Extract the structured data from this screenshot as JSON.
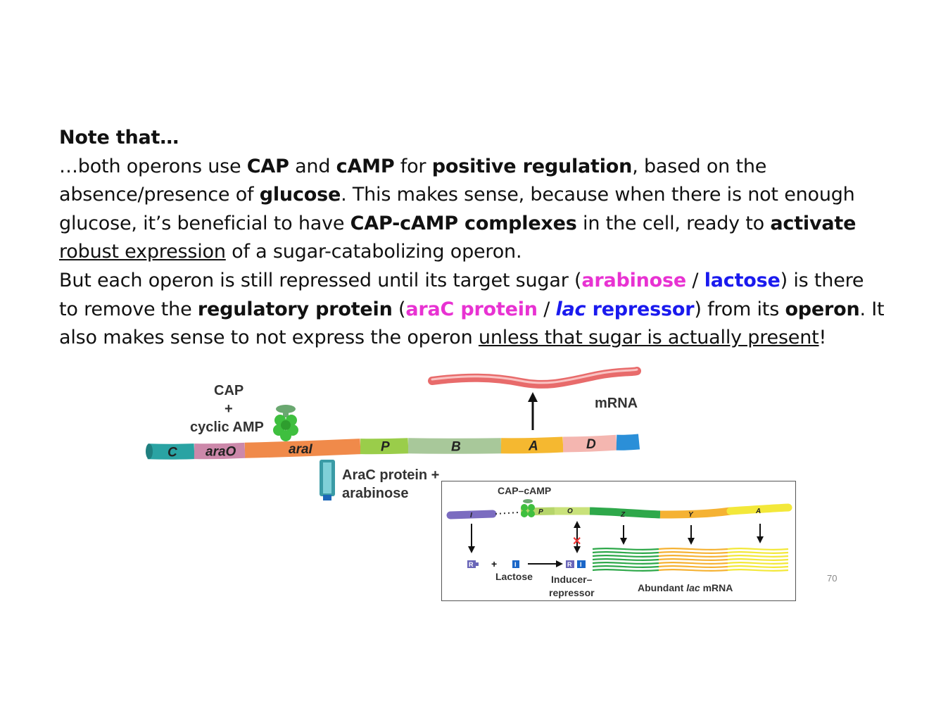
{
  "slide": {
    "title": "Note that…",
    "page_number": "70",
    "p1": {
      "s1": "…both operons use ",
      "b1": "CAP",
      "s2": " and ",
      "b2": "cAMP",
      "s3": " for ",
      "b3": "positive regulation",
      "s4": ", based on the"
    },
    "p2": {
      "s1": "absence/presence of ",
      "b1": "glucose",
      "s2": ".  This makes sense, because when there is not enough"
    },
    "p3": {
      "s1": "glucose, it’s beneficial to have ",
      "b1": "CAP-cAMP complexes",
      "s2": " in the cell, ready to ",
      "b2": "activate"
    },
    "p4": {
      "u1": "robust expression",
      "s1": " of a sugar-catabolizing operon."
    },
    "p5": {
      "s1": "But each operon is still repressed until its target sugar (",
      "pink1": "arabinose",
      "s2": " / ",
      "blue1": "lactose",
      "s3": ") is there"
    },
    "p6": {
      "s1": "to remove the ",
      "b1": "regulatory protein",
      "s2": " (",
      "pink1": "araC protein",
      "s3": " / ",
      "blue_i": "lac",
      "blue1": " repressor",
      "s4": ") from its ",
      "b2": "operon",
      "s5": ". It"
    },
    "p7": {
      "s1": "also makes sense to not express the operon ",
      "u1": "unless that sugar is actually present",
      "s2": "!"
    }
  },
  "ara_figure": {
    "cap_label": "CAP",
    "plus": "+",
    "cyclic_amp_label": "cyclic AMP",
    "mrna_label": "mRNA",
    "arac_line1": "AraC protein +",
    "arac_line2": "arabinose",
    "segments": [
      {
        "label": "C",
        "color": "#2aa3a3"
      },
      {
        "label": "araO",
        "color": "#cc88aa"
      },
      {
        "label": "araI",
        "color": "#f08a4a"
      },
      {
        "label": "P",
        "color": "#9acd4a"
      },
      {
        "label": "B",
        "color": "#a8c89a"
      },
      {
        "label": "A",
        "color": "#f5b830"
      },
      {
        "label": "D",
        "color": "#f4b6b0"
      },
      {
        "label": "",
        "color": "#2b8fd8"
      }
    ]
  },
  "lac_figure": {
    "cap_camp_label": "CAP–cAMP",
    "gene_i": "I",
    "gene_p": "P",
    "gene_o": "O",
    "gene_z": "Z",
    "gene_y": "Y",
    "gene_a": "A",
    "r_label": "R",
    "i_label": "I",
    "plus": "+",
    "lactose_label": "Lactose",
    "inducer_line1": "Inducer–",
    "inducer_line2": "repressor",
    "mrna_prefix": "Abundant ",
    "mrna_italic": "lac",
    "mrna_suffix": " mRNA"
  }
}
